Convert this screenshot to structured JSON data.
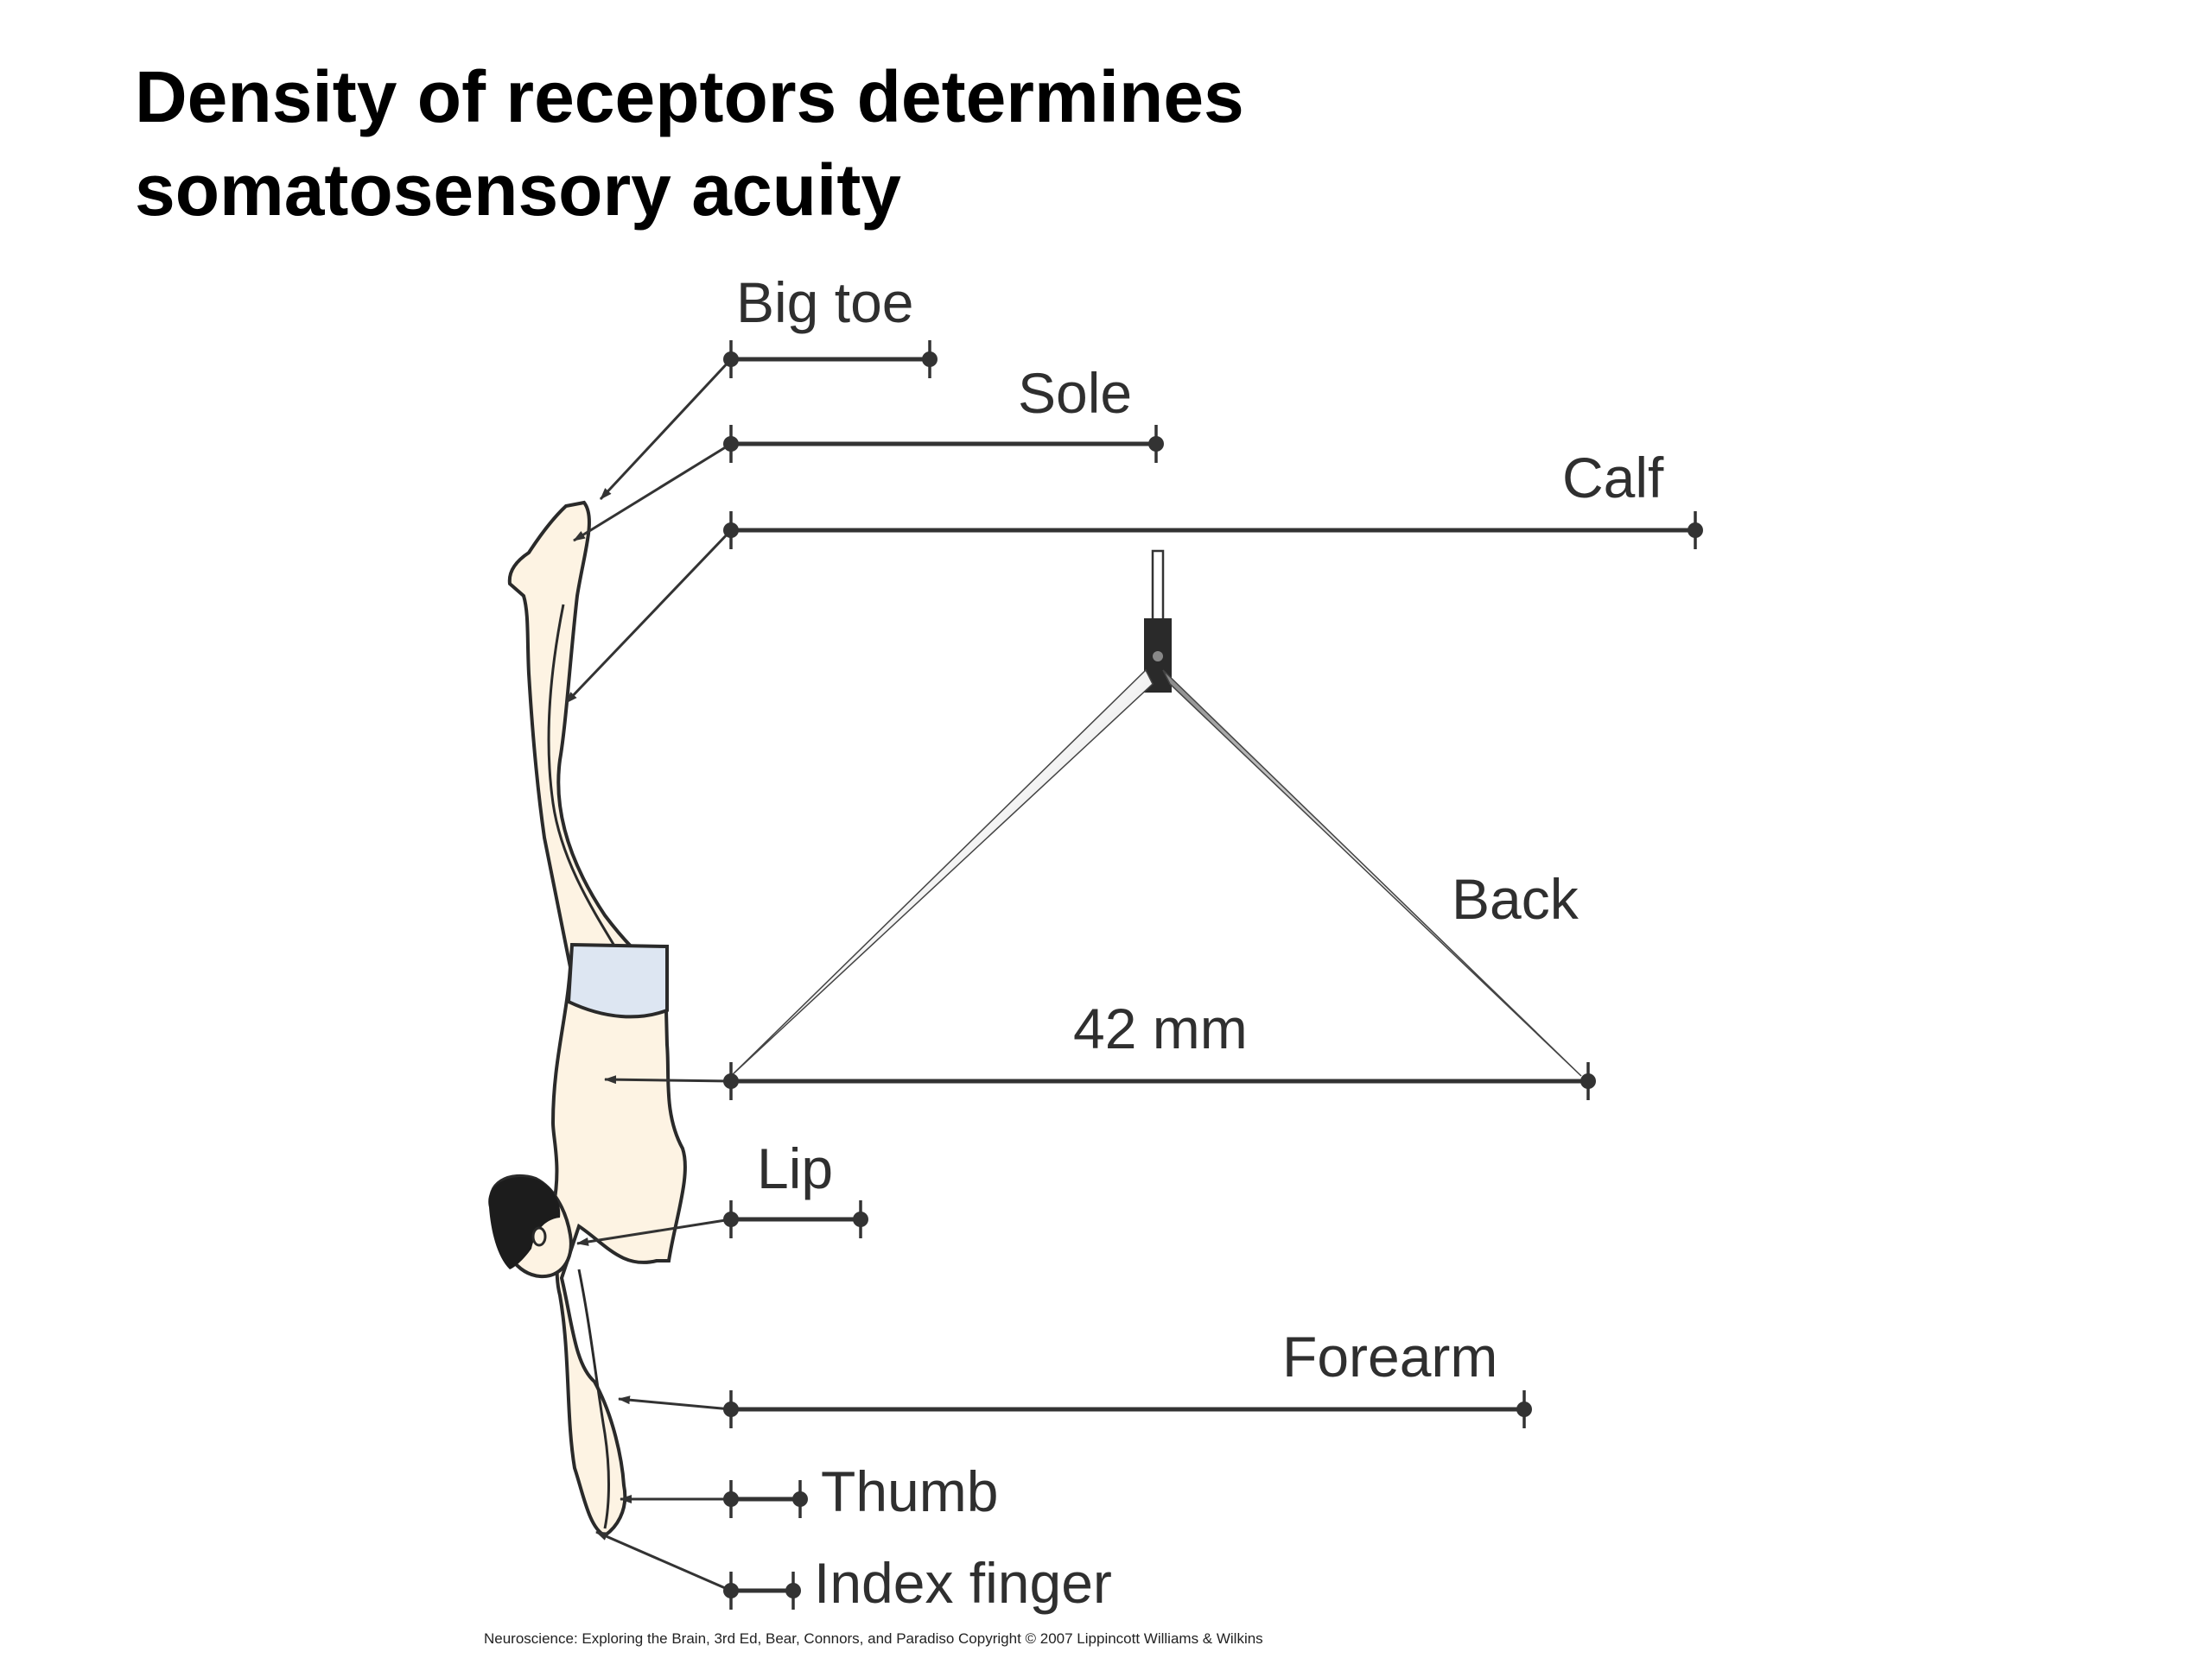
{
  "title": {
    "line1": "Density of receptors determines",
    "line2": "somatosensory acuity"
  },
  "labels": {
    "big_toe": "Big toe",
    "sole": "Sole",
    "calf": "Calf",
    "back": "Back",
    "distance": "42 mm",
    "lip": "Lip",
    "forearm": "Forearm",
    "thumb": "Thumb",
    "index_finger": "Index finger"
  },
  "credit": "Neuroscience: Exploring the Brain, 3rd Ed, Bear, Connors, and Paradiso Copyright © 2007 Lippincott Williams & Wilkins",
  "colors": {
    "skin": "#fdf3e3",
    "outline": "#2a2a2a",
    "trunks": "#dde6f2",
    "hair": "#1c1c1c",
    "line": "#333333"
  }
}
